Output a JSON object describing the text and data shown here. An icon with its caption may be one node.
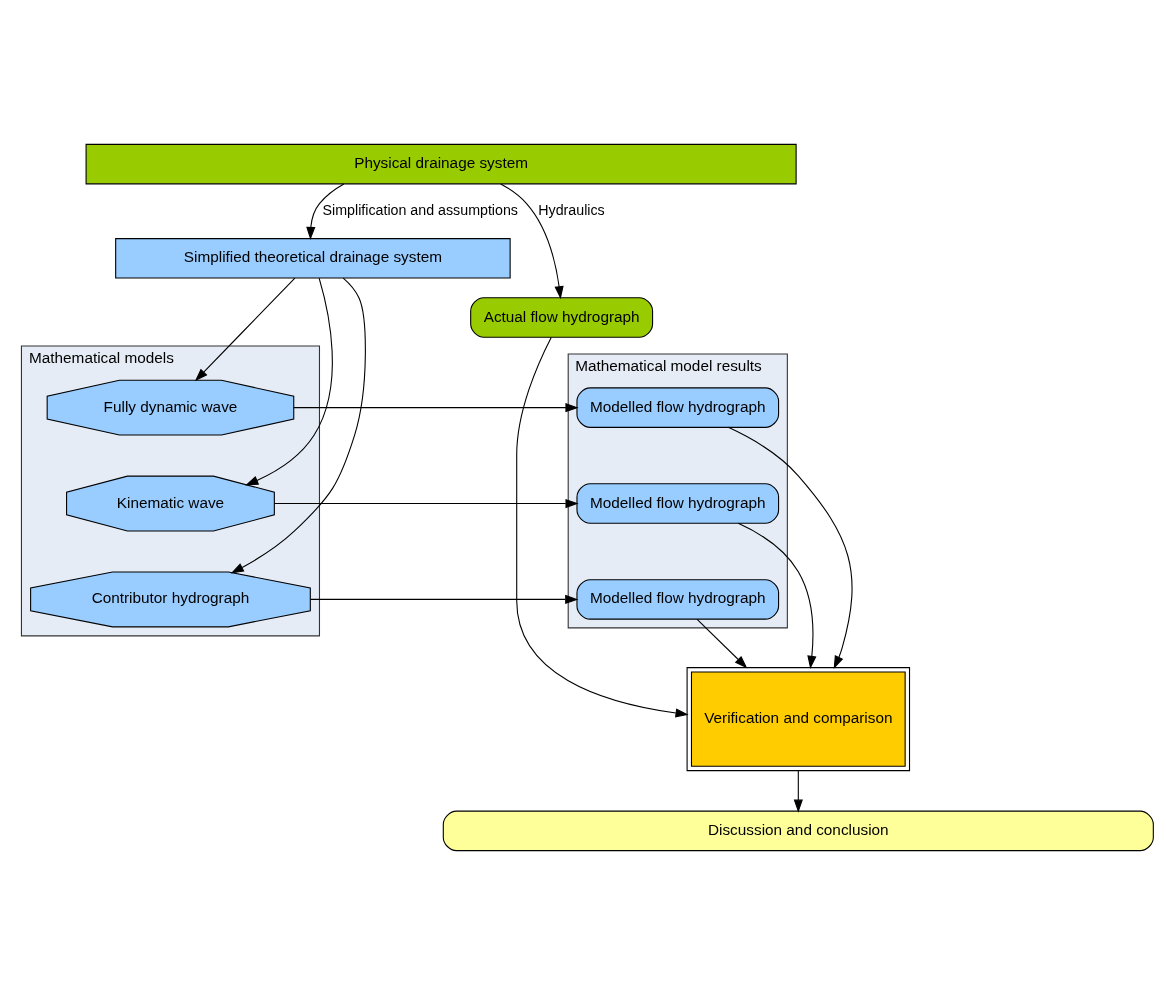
{
  "diagram": {
    "nodes": [
      {
        "text": [
          "Physical drainage system"
        ]
      },
      {
        "text": [
          "Simplified theoretical drainage system"
        ]
      },
      {
        "text": [
          "Actual flow hydrograph"
        ]
      },
      {
        "text": [
          "Mathematical models"
        ]
      },
      {
        "text": [
          "Fully dynamic wave"
        ],
        "in": 3
      },
      {
        "text": [
          "Kinematic wave"
        ],
        "in": 3
      },
      {
        "text": [
          "Contributor hydrograph"
        ],
        "in": 3
      },
      {
        "text": [
          "Mathematical model results"
        ]
      },
      {
        "text": [
          "Modelled flow hydrograph"
        ],
        "in": 7
      },
      {
        "text": [
          "Modelled flow hydrograph"
        ],
        "in": 7
      },
      {
        "text": [
          "Modelled flow hydrograph"
        ],
        "in": 7
      },
      {
        "text": [
          "Verification and comparison"
        ]
      },
      {
        "text": [
          "Discussion and conclusion"
        ]
      }
    ],
    "edges": [
      {
        "from": 0,
        "to": 1,
        "arrow": "to",
        "label": "Simplification and assumptions"
      },
      {
        "from": 0,
        "to": 2,
        "arrow": "to",
        "label": "Hydraulics"
      },
      {
        "from": 1,
        "to": 4,
        "arrow": "to"
      },
      {
        "from": 1,
        "to": 5,
        "arrow": "to"
      },
      {
        "from": 1,
        "to": 6,
        "arrow": "to"
      },
      {
        "from": 4,
        "to": 8,
        "arrow": "to"
      },
      {
        "from": 5,
        "to": 9,
        "arrow": "to"
      },
      {
        "from": 6,
        "to": 10,
        "arrow": "to"
      },
      {
        "from": 8,
        "to": 11,
        "arrow": "to"
      },
      {
        "from": 9,
        "to": 11,
        "arrow": "to"
      },
      {
        "from": 10,
        "to": 11,
        "arrow": "to"
      },
      {
        "from": 2,
        "to": 11,
        "arrow": "to"
      },
      {
        "from": 11,
        "to": 12,
        "arrow": "to"
      }
    ]
  }
}
